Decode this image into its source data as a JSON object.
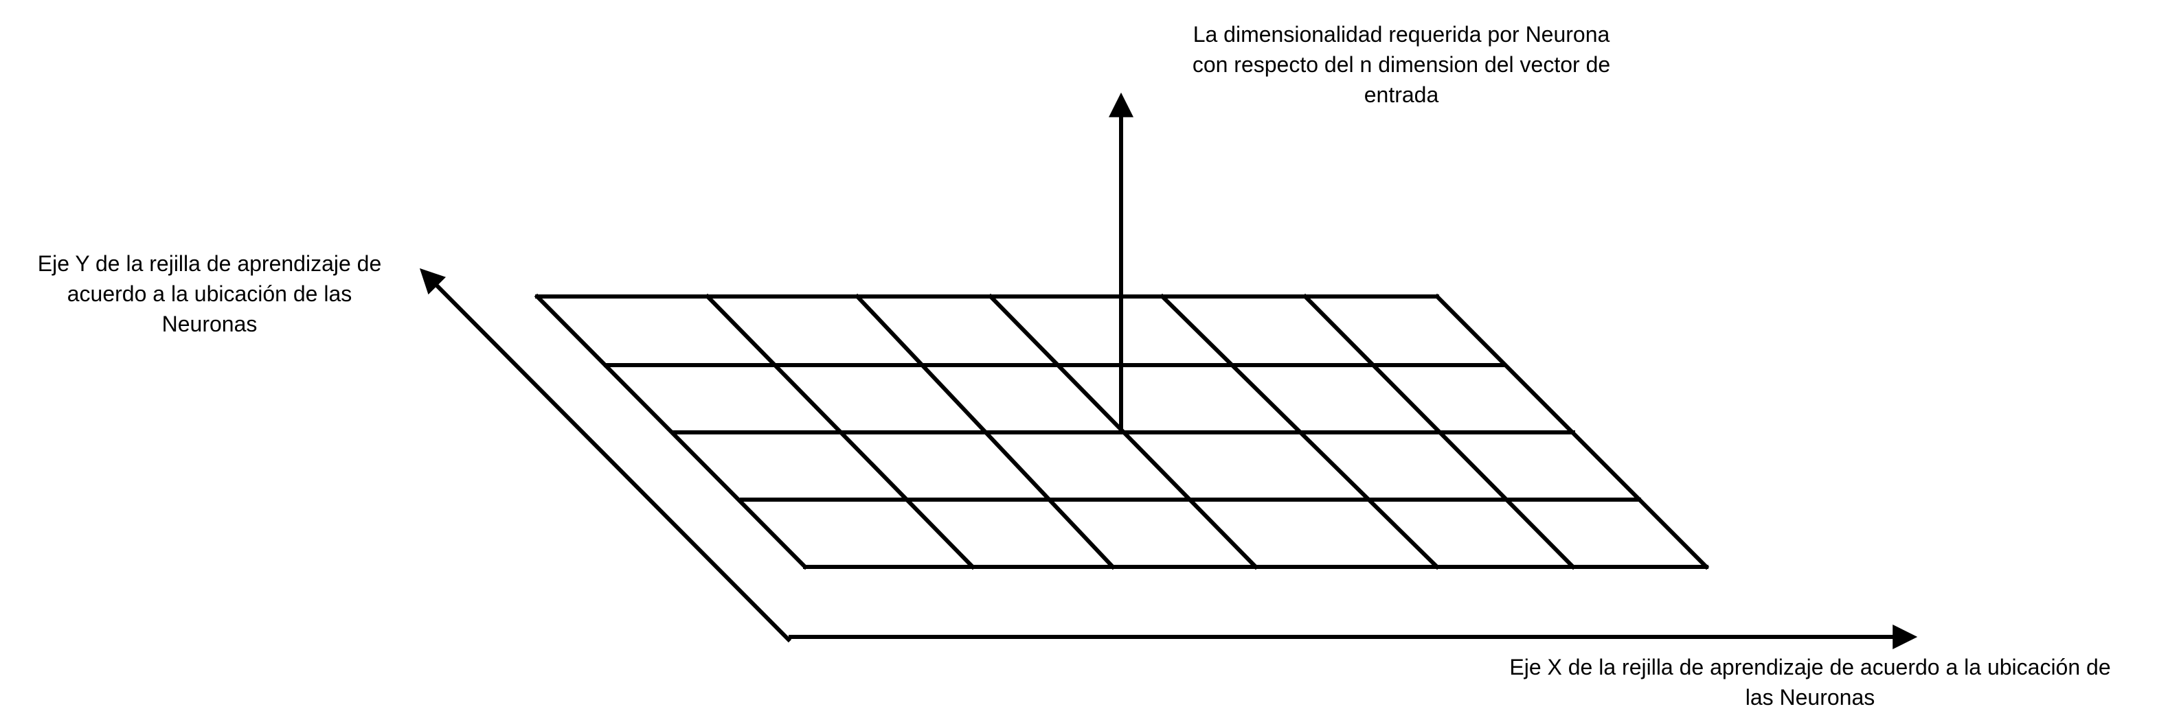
{
  "colors": {
    "background": "#ffffff",
    "ink": "#000000"
  },
  "labels": {
    "z_axis": {
      "lines": [
        "La dimensionalidad requerida por Neurona",
        "con respecto del n dimension del vector de",
        "entrada"
      ]
    },
    "y_axis": {
      "lines": [
        "Eje Y de la rejilla de aprendizaje de",
        "acuerdo a la ubicación de las",
        "Neuronas"
      ]
    },
    "x_axis": {
      "lines": [
        "Eje X de la rejilla de aprendizaje de acuerdo a la ubicación de",
        "las Neuronas"
      ]
    }
  },
  "grid": {
    "columns": 6,
    "rows": 4
  }
}
